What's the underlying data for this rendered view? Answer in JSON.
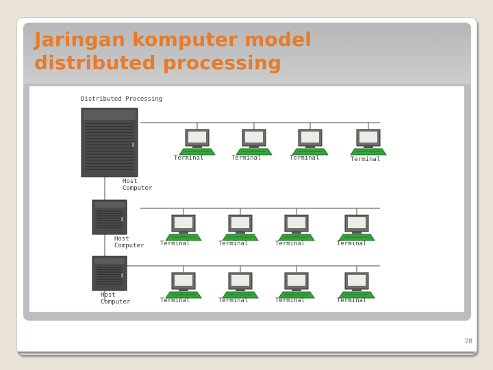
{
  "slide": {
    "title_line1": "Jaringan komputer model",
    "title_line2": "distributed processing",
    "page_number": "28"
  },
  "diagram": {
    "caption": "Distributed Processing",
    "host_label_line1": "Host",
    "host_label_line2": "Computer",
    "terminal_label": "Terminal",
    "colors": {
      "title": "#e87b2a",
      "cable": "#6a6a6a",
      "tower": "#4a4a4a",
      "terminal_screen": "#35a33a"
    }
  }
}
